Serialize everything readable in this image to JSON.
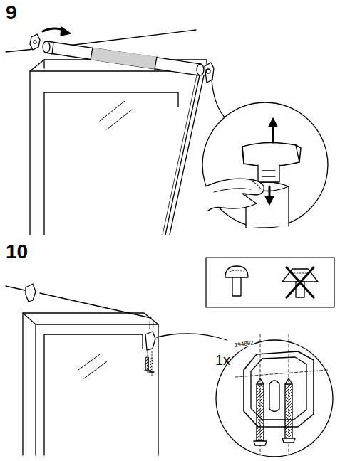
{
  "diagram": {
    "labels": [
      "9",
      "10",
      "1x",
      "194892"
    ]
  }
}
